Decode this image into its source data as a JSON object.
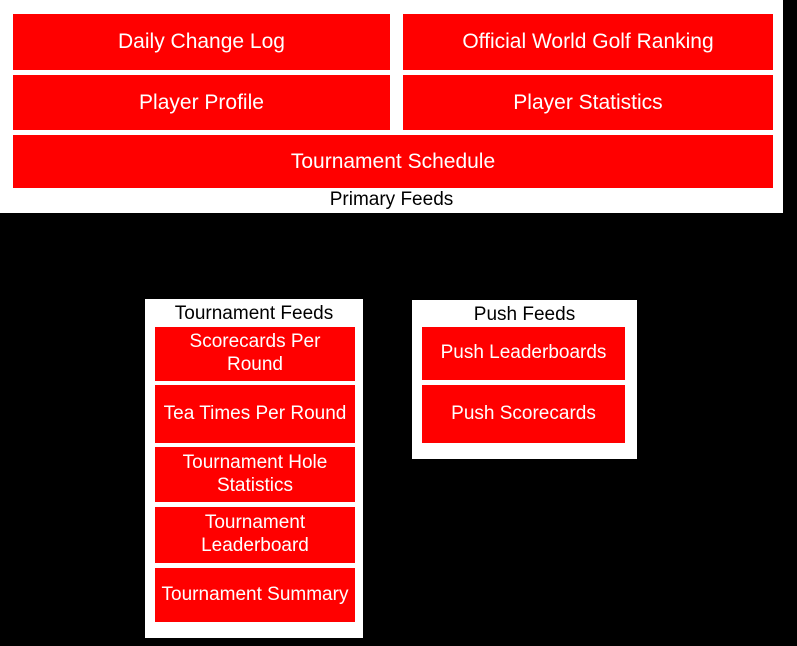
{
  "colors": {
    "background": "#000000",
    "panel": "#ffffff",
    "node": "#ff0000",
    "node_text": "#ffffff",
    "caption_text": "#000000"
  },
  "primary_feeds": {
    "label": "Primary Feeds",
    "nodes": [
      {
        "label": "Daily Change Log"
      },
      {
        "label": "Official World Golf Ranking"
      },
      {
        "label": "Player Profile"
      },
      {
        "label": "Player Statistics"
      },
      {
        "label": "Tournament Schedule"
      }
    ]
  },
  "tournament_feeds": {
    "label": "Tournament Feeds",
    "nodes": [
      {
        "label": "Scorecards Per\nRound"
      },
      {
        "label": "Tea Times Per Round"
      },
      {
        "label": "Tournament Hole\nStatistics"
      },
      {
        "label": "Tournament\nLeaderboard"
      },
      {
        "label": "Tournament Summary"
      }
    ]
  },
  "push_feeds": {
    "label": "Push Feeds",
    "nodes": [
      {
        "label": "Push Leaderboards"
      },
      {
        "label": "Push Scorecards"
      }
    ]
  }
}
